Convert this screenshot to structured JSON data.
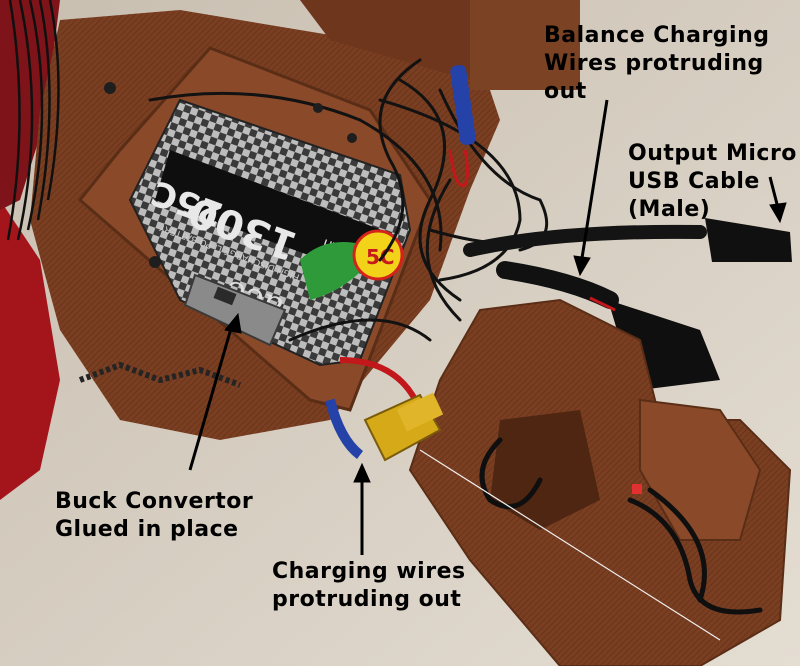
{
  "photo": {
    "battery_text": {
      "brand": "ace",
      "capacity": "1300",
      "unit": "mAh",
      "rating": "25C",
      "sub": "HIGH DISCHARGE Li-PO BATTERY",
      "badge": "5C"
    }
  },
  "annotations": {
    "balance": [
      "Balance Charging",
      "Wires protruding",
      "out"
    ],
    "output": [
      "Output Micro",
      "USB Cable",
      "(Male)"
    ],
    "buck": [
      "Buck Convertor",
      "Glued in place"
    ],
    "charging": [
      "Charging wires",
      "protruding out"
    ]
  },
  "colors": {
    "table": "#d9d2c6",
    "print_brown": "#7a3f22",
    "cable_black": "#121212",
    "connector_yellow": "#d6a918",
    "wire_red": "#c2171b",
    "wire_blue": "#2542a8",
    "arrow": "#000000",
    "label_text": "#000000"
  }
}
